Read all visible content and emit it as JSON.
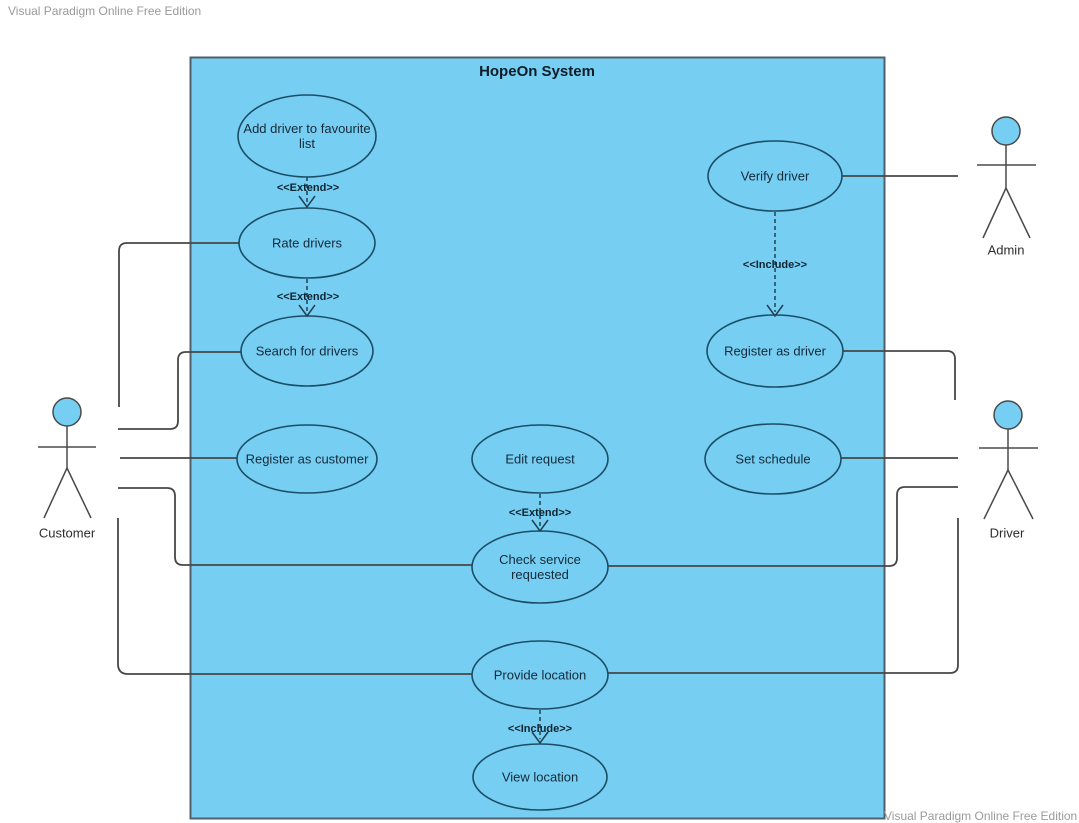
{
  "watermarks": {
    "top_left": "Visual Paradigm Online Free Edition",
    "bottom_right": "Visual Paradigm Online Free Edition"
  },
  "system": {
    "title": "HopeOn System"
  },
  "colors": {
    "system_fill": "#76CEF3",
    "system_border": "#50606B",
    "shape_stroke": "#1B4E66",
    "connector": "#474747",
    "watermark": "#9A9A9A"
  },
  "actors": [
    {
      "id": "customer",
      "label": "Customer"
    },
    {
      "id": "admin",
      "label": "Admin"
    },
    {
      "id": "driver",
      "label": "Driver"
    }
  ],
  "use_cases": [
    {
      "id": "add-driver-to-favourite-list",
      "label": "Add driver to favourite list"
    },
    {
      "id": "rate-drivers",
      "label": "Rate drivers"
    },
    {
      "id": "search-for-drivers",
      "label": "Search for drivers"
    },
    {
      "id": "register-as-customer",
      "label": "Register as customer"
    },
    {
      "id": "edit-request",
      "label": "Edit request"
    },
    {
      "id": "check-service-requested",
      "label": "Check service requested"
    },
    {
      "id": "provide-location",
      "label": "Provide location"
    },
    {
      "id": "view-location",
      "label": "View location"
    },
    {
      "id": "verify-driver",
      "label": "Verify driver"
    },
    {
      "id": "register-as-driver",
      "label": "Register as driver"
    },
    {
      "id": "set-schedule",
      "label": "Set schedule"
    }
  ],
  "dependencies": [
    {
      "from": "Add driver to favourite list",
      "to": "Rate drivers",
      "label": "<<Extend>>"
    },
    {
      "from": "Rate drivers",
      "to": "Search for drivers",
      "label": "<<Extend>>"
    },
    {
      "from": "Edit request",
      "to": "Check service requested",
      "label": "<<Extend>>"
    },
    {
      "from": "Provide location",
      "to": "View location",
      "label": "<<Include>>"
    },
    {
      "from": "Verify driver",
      "to": "Register as driver",
      "label": "<<Include>>"
    }
  ],
  "associations": [
    {
      "from": "Customer",
      "to": "Rate drivers"
    },
    {
      "from": "Customer",
      "to": "Search for drivers"
    },
    {
      "from": "Customer",
      "to": "Register as customer"
    },
    {
      "from": "Customer",
      "to": "Check service requested"
    },
    {
      "from": "Customer",
      "to": "Provide location"
    },
    {
      "from": "Admin",
      "to": "Verify driver"
    },
    {
      "from": "Driver",
      "to": "Register as driver"
    },
    {
      "from": "Driver",
      "to": "Set schedule"
    },
    {
      "from": "Driver",
      "to": "Check service requested"
    },
    {
      "from": "Driver",
      "to": "Provide location"
    }
  ]
}
